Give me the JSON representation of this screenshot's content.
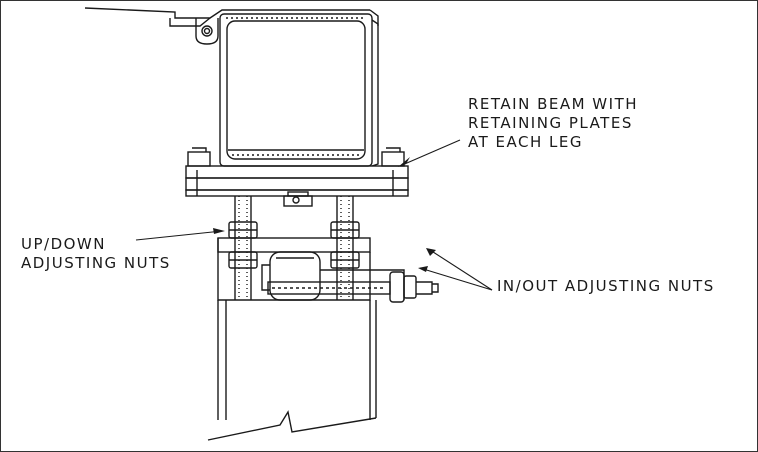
{
  "labels": {
    "retain_line1": "RETAIN  BEAM  WITH",
    "retain_line2": "RETAINING  PLATES",
    "retain_line3": "AT  EACH  LEG",
    "updown_line1": "UP/DOWN",
    "updown_line2": "ADJUSTING  NUTS",
    "inout": "IN/OUT  ADJUSTING  NUTS"
  },
  "colors": {
    "line": "#1a1a1a",
    "background": "#ffffff"
  }
}
